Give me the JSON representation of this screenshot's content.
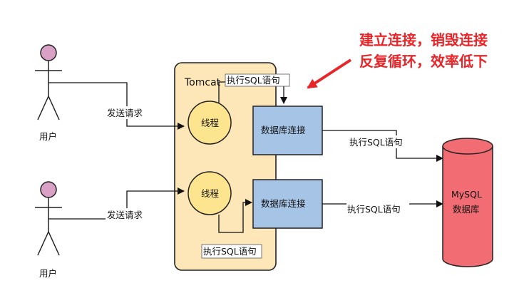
{
  "users": [
    {
      "label": "用户",
      "request_label": "发送请求"
    },
    {
      "label": "用户",
      "request_label": "发送请求"
    }
  ],
  "tomcat": {
    "title": "Tomcat",
    "threads": [
      {
        "label": "线程",
        "connection_label": "数据库连接",
        "outgoing_label": "执行SQL语句"
      },
      {
        "label": "线程",
        "connection_label": "数据库连接",
        "outgoing_label": "执行SQL语句"
      }
    ],
    "top_exec_label": "执行SQL语句",
    "bottom_exec_label": "执行SQL语句"
  },
  "database": {
    "line1": "MySQL",
    "line2": "数据库"
  },
  "note": {
    "line1": "建立连接，销毁连接",
    "line2": "反复循环，效率低下"
  },
  "colors": {
    "head": "#d9a1c6",
    "tomcat_bg": "#fde6b8",
    "thread": "#fde48e",
    "conn": "#a6c4e6",
    "db": "#f26c73",
    "note": "#e8262a"
  }
}
